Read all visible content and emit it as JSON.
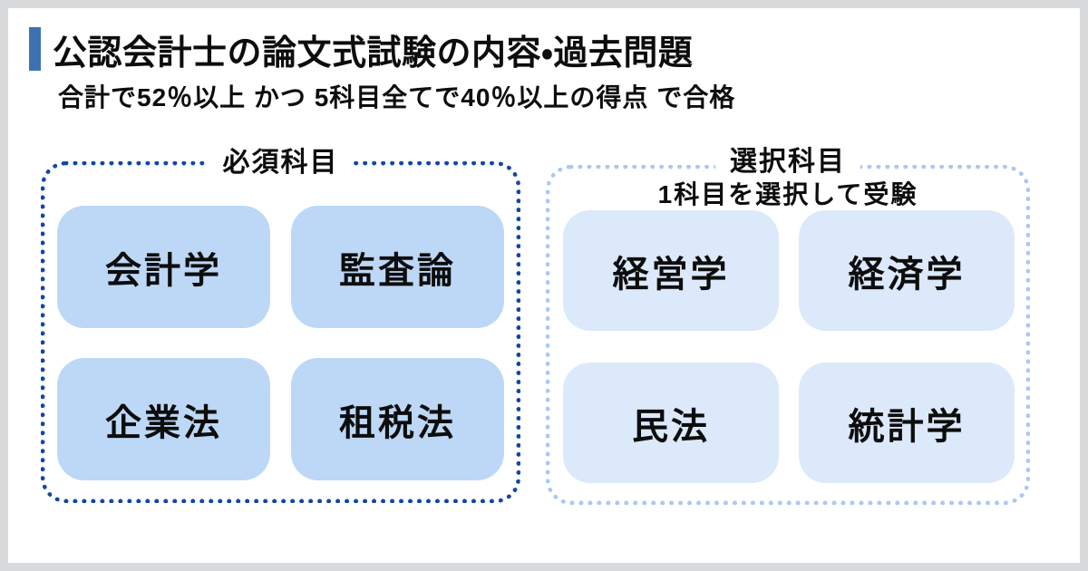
{
  "header": {
    "title": "公認会計士の論文式試験の内容・過去問題",
    "subtitle": "合計で52％以上 かつ 5科目全てで40％以上の得点 で合格"
  },
  "sections": {
    "required": {
      "label": "必須科目",
      "subjects": [
        "会計学",
        "監査論",
        "企業法",
        "租税法"
      ]
    },
    "elective": {
      "label": "選択科目",
      "note": "1科目を選択して受験",
      "subjects": [
        "経営学",
        "経済学",
        "民法",
        "統計学"
      ]
    }
  },
  "colors": {
    "frame_bg": "#d9dadc",
    "card_bg": "#ffffff",
    "text": "#0d0d0d",
    "accent_bar": "#3c72b1",
    "required_border": "#1247a4",
    "required_card_bg": "#bcd8f6",
    "elective_border": "#a9c9f2",
    "elective_card_bg": "#dce9fb"
  }
}
